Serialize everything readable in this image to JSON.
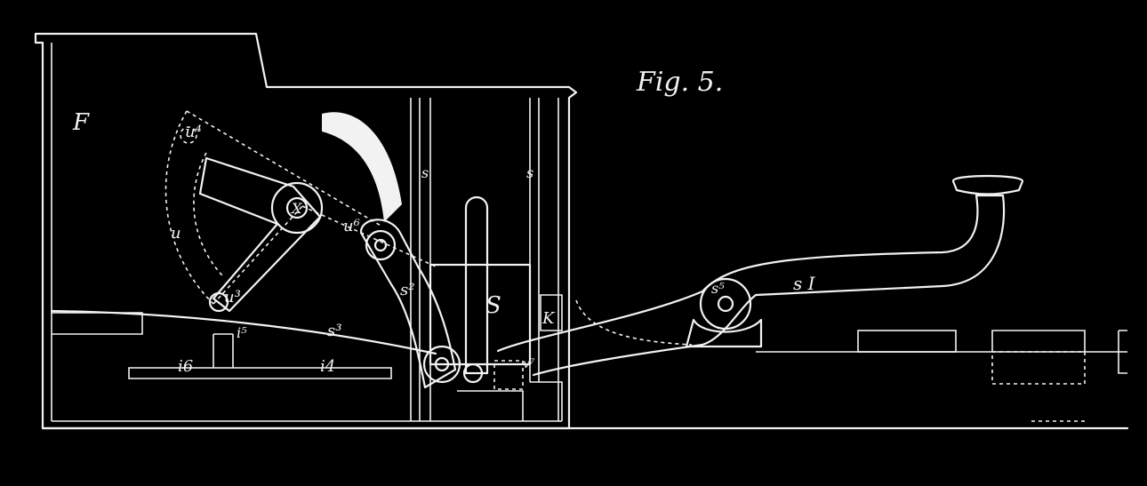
{
  "figure": {
    "caption": "Fig. 5.",
    "labels": {
      "F": "F",
      "S": "S",
      "K": "K",
      "u": "u",
      "u3": "u³",
      "u4": "u⁴",
      "u6": "u⁶",
      "s": "s",
      "s1": "s",
      "s2": "s²",
      "s3": "s³",
      "s5": "s⁵",
      "sI": "s I",
      "i5": "i⁵",
      "i6": "i6",
      "i4": "i4",
      "v7": "v⁷",
      "X": "X"
    }
  },
  "colors": {
    "background": "#000000",
    "ink": "#f2f2f2"
  }
}
